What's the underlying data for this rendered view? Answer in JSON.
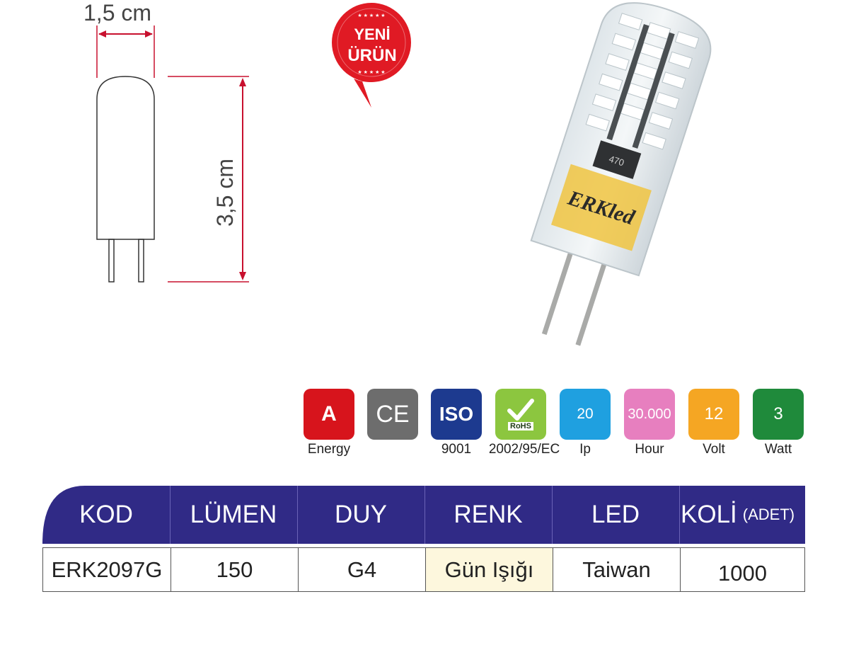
{
  "dimensions": {
    "width": "1,5 cm",
    "height": "3,5 cm"
  },
  "badge": {
    "line1": "YENİ",
    "line2": "ÜRÜN",
    "color": "#e01a24"
  },
  "product": {
    "brand_mark": "ERKled",
    "chip_label": "470"
  },
  "certifications": [
    {
      "id": "energy",
      "icon": "A",
      "caption": "Energy",
      "color": "#d7141c"
    },
    {
      "id": "ce",
      "icon": "CE",
      "caption": "",
      "color": "#6d6d6d"
    },
    {
      "id": "iso",
      "icon": "ISO",
      "caption": "9001",
      "color": "#1d3a8f"
    },
    {
      "id": "rohs",
      "icon": "RoHS",
      "caption": "2002/95/EC",
      "color": "#8cc63f"
    },
    {
      "id": "ip",
      "icon": "20",
      "caption": "Ip",
      "color": "#1fa0e0"
    },
    {
      "id": "hour",
      "icon": "30.000",
      "caption": "Hour",
      "color": "#e77fbf"
    },
    {
      "id": "volt",
      "icon": "12",
      "caption": "Volt",
      "color": "#f5a623"
    },
    {
      "id": "watt",
      "icon": "3",
      "caption": "Watt",
      "color": "#1f8a3b"
    }
  ],
  "table": {
    "header_color": "#302a86",
    "headers": [
      "KOD",
      "LÜMEN",
      "DUY",
      "RENK",
      "LED",
      "KOLİ"
    ],
    "header_suffix": "(ADET)",
    "row": [
      "ERK2097G",
      "150",
      "G4",
      "Gün Işığı",
      "Taiwan",
      "1000"
    ],
    "highlight_color": "#fdf7dd"
  }
}
